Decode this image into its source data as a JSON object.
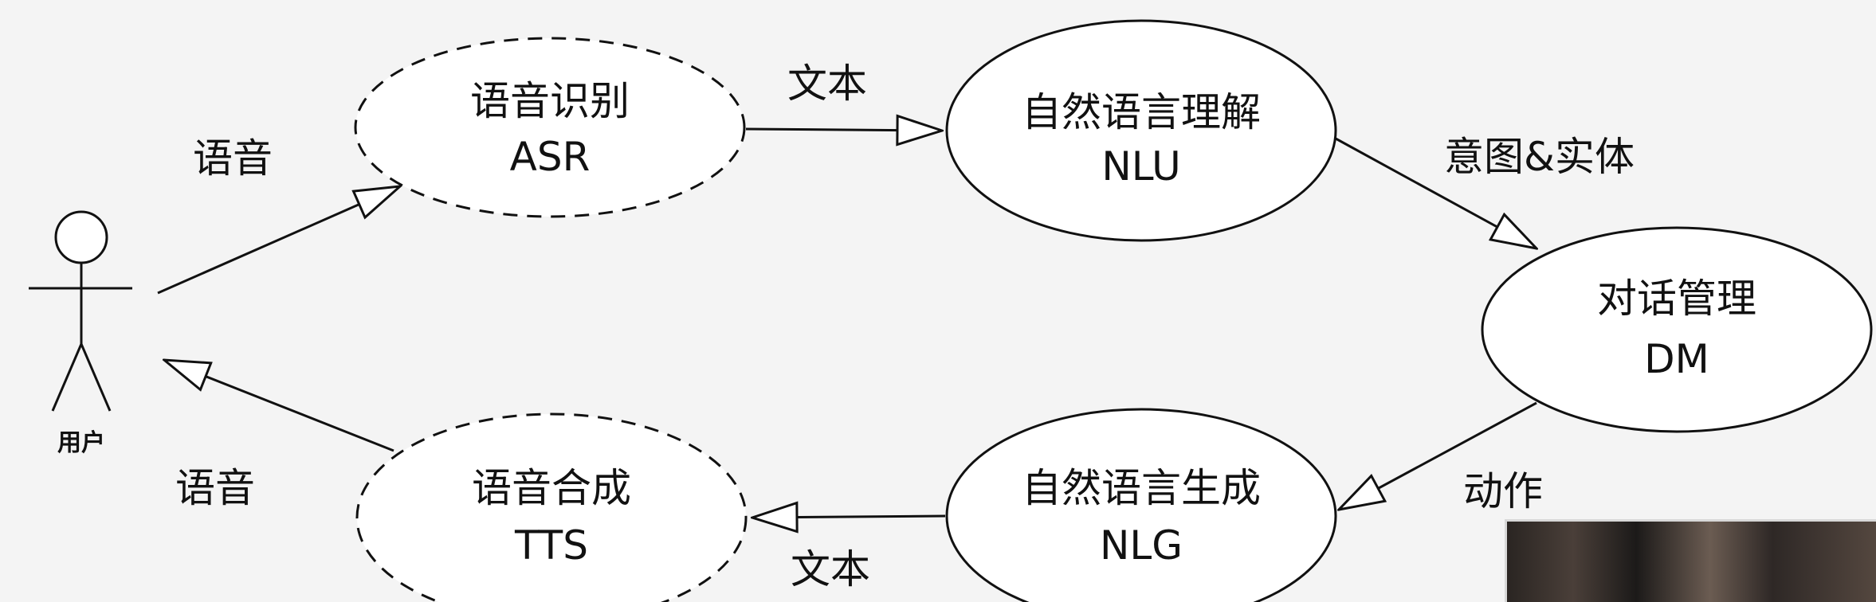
{
  "actor": {
    "label": "用户"
  },
  "nodes": {
    "asr": {
      "line1": "语音识别",
      "line2": "ASR",
      "style": "dashed"
    },
    "nlu": {
      "line1": "自然语言理解",
      "line2": "NLU",
      "style": "solid"
    },
    "dm": {
      "line1": "对话管理",
      "line2": "DM",
      "style": "solid"
    },
    "nlg": {
      "line1": "自然语言生成",
      "line2": "NLG",
      "style": "solid"
    },
    "tts": {
      "line1": "语音合成",
      "line2": "TTS",
      "style": "dashed"
    }
  },
  "edges": {
    "user_to_asr": "语音",
    "asr_to_nlu": "文本",
    "nlu_to_dm": "意图&实体",
    "dm_to_nlg": "动作",
    "nlg_to_tts": "文本",
    "tts_to_user": "语音"
  },
  "colors": {
    "background": "#f4f4f4",
    "stroke": "#111111",
    "node_fill": "#ffffff"
  }
}
